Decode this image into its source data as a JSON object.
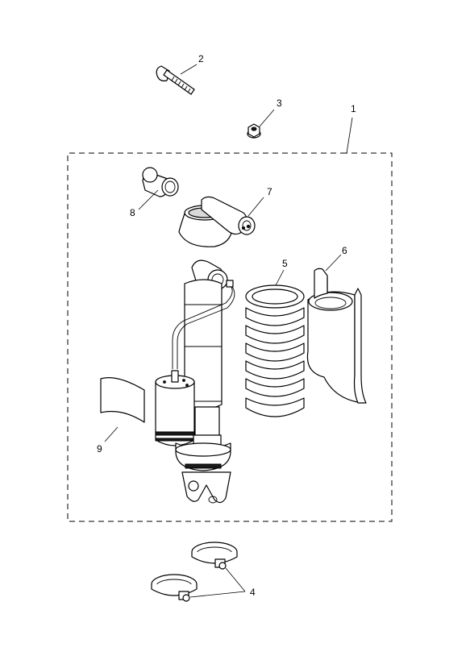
{
  "callouts": {
    "kit": "1",
    "bolt": "2",
    "nut": "3",
    "clamps": "4",
    "spring": "5",
    "guard": "6",
    "top_mount": "7",
    "bush": "8",
    "reservoir_strap": "9"
  }
}
